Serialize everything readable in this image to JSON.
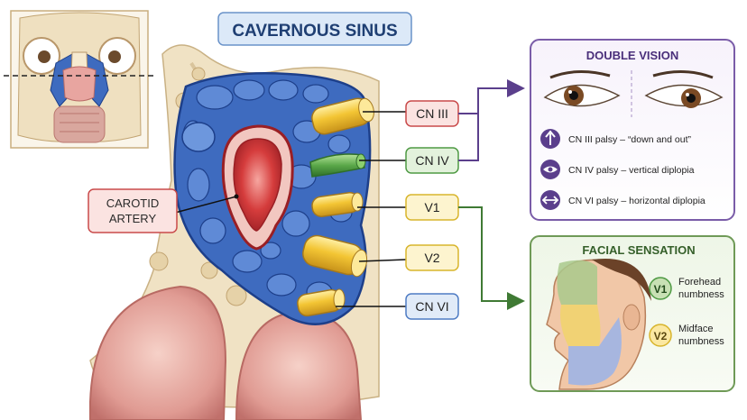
{
  "title": "CAVERNOUS SINUS",
  "carotid_label": [
    "CAROTID",
    "ARTERY"
  ],
  "nerves": [
    {
      "id": "cn3",
      "label": "CN III"
    },
    {
      "id": "cn4",
      "label": "CN IV"
    },
    {
      "id": "v1",
      "label": "V1"
    },
    {
      "id": "v2",
      "label": "V2"
    },
    {
      "id": "cn6",
      "label": "CN VI"
    }
  ],
  "double_vision": {
    "title": "DOUBLE VISION",
    "items": [
      {
        "icon": "arrow-up-icon",
        "text": "CN III palsy – “down and out”"
      },
      {
        "icon": "eye-icon",
        "text": "CN IV palsy – vertical diplopia"
      },
      {
        "icon": "horizontal-arrows-icon",
        "text": "CN VI palsy – horizontal diplopia"
      }
    ]
  },
  "facial_sensation": {
    "title": "FACIAL SENSATION",
    "items": [
      {
        "badge": "V1",
        "line1": "Forehead",
        "line2": "numbness"
      },
      {
        "badge": "V2",
        "line1": "Midface",
        "line2": "numbness"
      }
    ]
  },
  "colors": {
    "title_bg": "#dce9f8",
    "title_border": "#6a93c9",
    "title_text": "#1f3f73",
    "bone": "#f0e2c4",
    "bone_edge": "#c9b184",
    "venous": "#3e6bbf",
    "venous_dark": "#1d3f8a",
    "artery": "#d53c3c",
    "nerve_yellow": "#f3c534",
    "nerve_green": "#5aa849",
    "cn3_box": "#c94a4a",
    "cn4_box": "#4f9a44",
    "v_box": "#d8b52d",
    "cn6_box": "#4f7cc4",
    "double_vision_border": "#7a5ca8",
    "facial_border": "#6f9a57"
  }
}
